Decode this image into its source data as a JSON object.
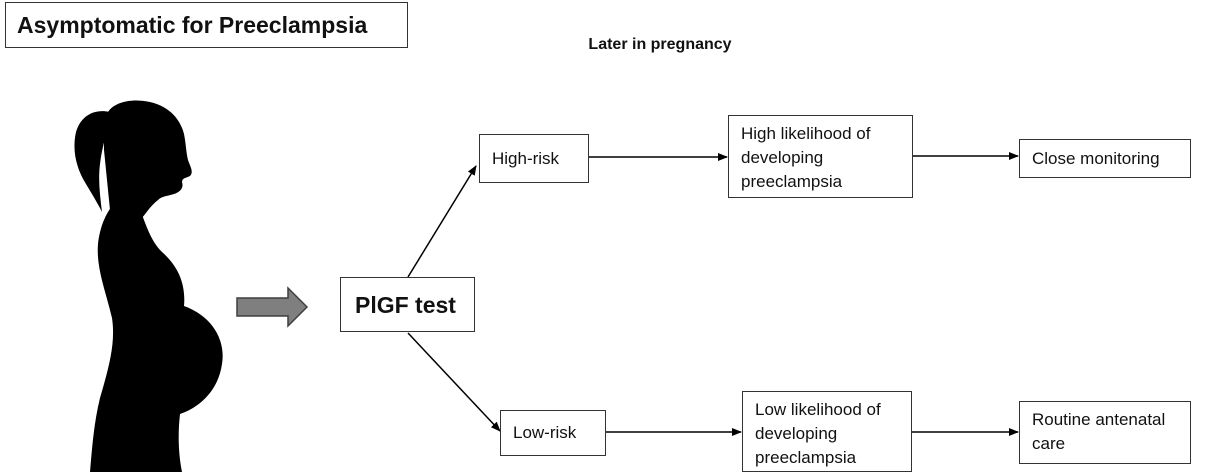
{
  "title": "Asymptomatic for Preeclampsia",
  "subtitle": "Later in pregnancy",
  "nodes": {
    "test": "PlGF test",
    "high_risk": "High-risk",
    "low_risk": "Low-risk",
    "high_likelihood": "High likelihood of\ndeveloping\npreeclampsia",
    "low_likelihood": "Low likelihood of\ndeveloping\npreeclampsia",
    "close_monitoring": "Close monitoring",
    "routine_care": "Routine antenatal\ncare"
  },
  "colors": {
    "silhouette": "#000000",
    "block_arrow": "#7f7f7f",
    "line": "#000000"
  }
}
